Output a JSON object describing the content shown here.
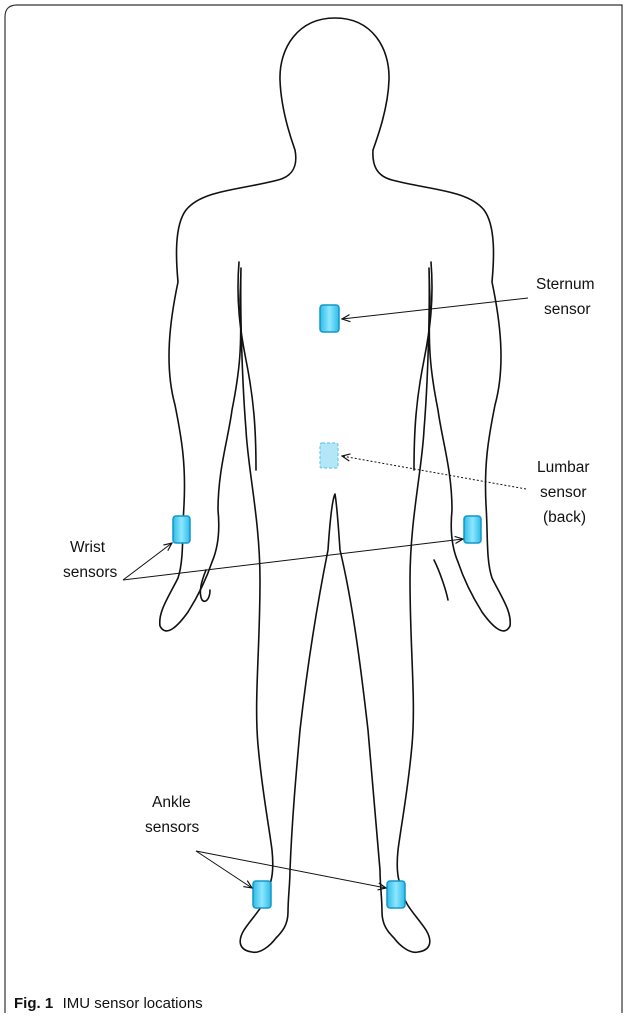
{
  "figure": {
    "caption_label": "Fig. 1",
    "caption_text": "IMU sensor locations"
  },
  "labels": {
    "sternum_line1": "Sternum",
    "sternum_line2": "sensor",
    "lumbar_line1": "Lumbar",
    "lumbar_line2": "sensor",
    "lumbar_line3": "(back)",
    "wrist_line1": "Wrist",
    "wrist_line2": "sensors",
    "ankle_line1": "Ankle",
    "ankle_line2": "sensors"
  },
  "colors": {
    "sensor_fill": "#29c4f2",
    "sensor_edge": "#1495c8",
    "lumbar_fill": "#a9e2f6",
    "outline": "#111111",
    "frame": "#333333"
  }
}
